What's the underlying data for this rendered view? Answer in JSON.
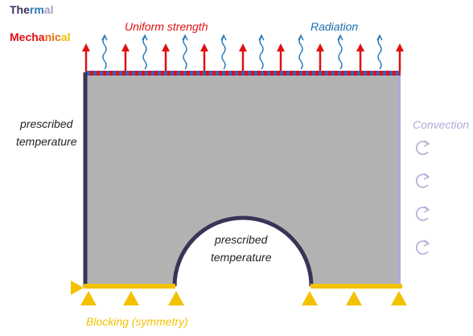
{
  "legend": {
    "thermal": [
      "The",
      "rm",
      "al"
    ],
    "mechanical": [
      "Mecha",
      "nic",
      "al"
    ]
  },
  "labels": {
    "uniform_strength": "Uniform strength",
    "radiation": "Radiation",
    "convection": "Convection",
    "blocking": "Blocking (symmetry)",
    "prescribed_left": [
      "prescribed",
      "temperature"
    ],
    "prescribed_hole": [
      "prescribed",
      "temperature"
    ]
  },
  "colors": {
    "thermal_dark": "#3b3356",
    "thermal_blue": "#2a7ab8",
    "thermal_light": "#a99cc6",
    "mechanical_red": "#e01010",
    "mechanical_orange": "#e86c10",
    "mechanical_yellow": "#f2c200",
    "plate": "#b2b2b2",
    "uniform_strength_text": "#e01010",
    "radiation_text": "#1a6fb0",
    "convection_text": "#b3a9d6",
    "blocking_text": "#f2c200",
    "temperature_text": "#222222"
  },
  "icons": {
    "load_arrow": "up-arrow-icon",
    "radiation_wave": "wavy-arrow-icon",
    "convection": "circular-arrow-icon",
    "support": "triangle-support-icon"
  }
}
